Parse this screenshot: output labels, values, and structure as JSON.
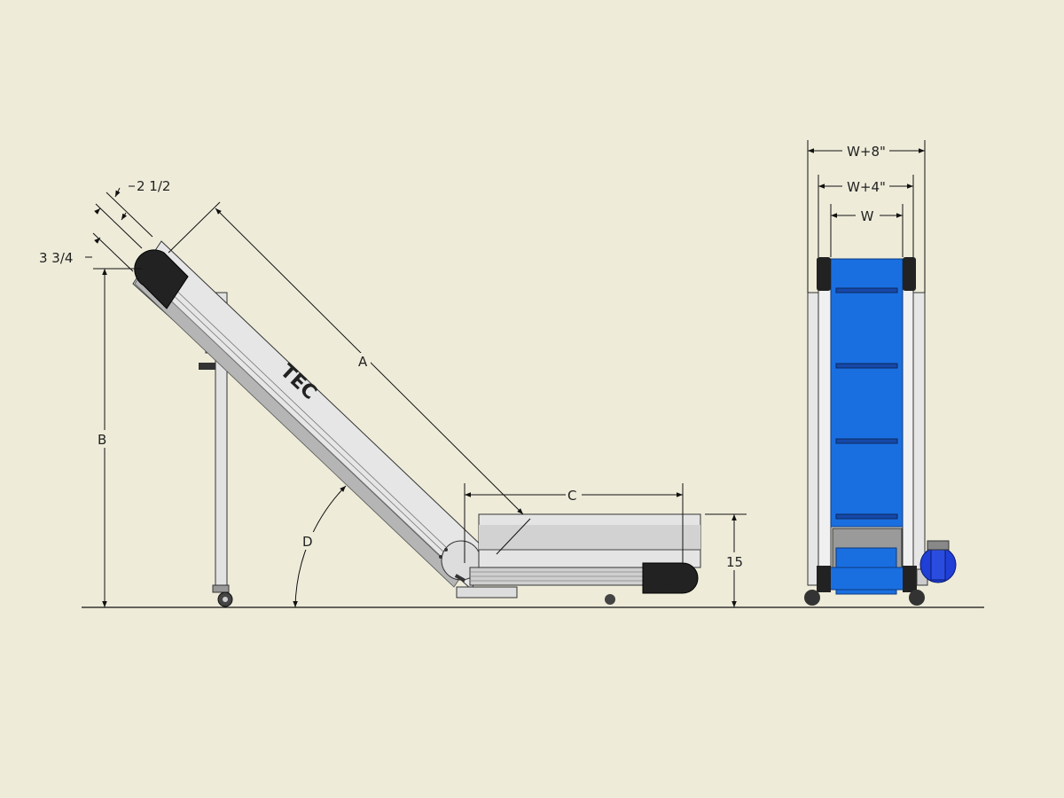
{
  "drawing": {
    "brand_logo": "TEC",
    "colors": {
      "background": "#eeecd9",
      "belt": "#1a6fe0",
      "frame": "#d8d8d8",
      "end_cap": "#222222",
      "motor": "#1f3fd6"
    },
    "side_view": {
      "dimensions": {
        "belt_offset": "2 1/2",
        "end_cap_height": "3 3/4",
        "incline_length": "A",
        "discharge_height": "B",
        "horizontal_length": "C",
        "incline_angle": "D",
        "infeed_height": "15"
      }
    },
    "front_view": {
      "dimensions": {
        "overall_width": "W+8\"",
        "frame_width": "W+4\"",
        "belt_width": "W"
      }
    }
  }
}
